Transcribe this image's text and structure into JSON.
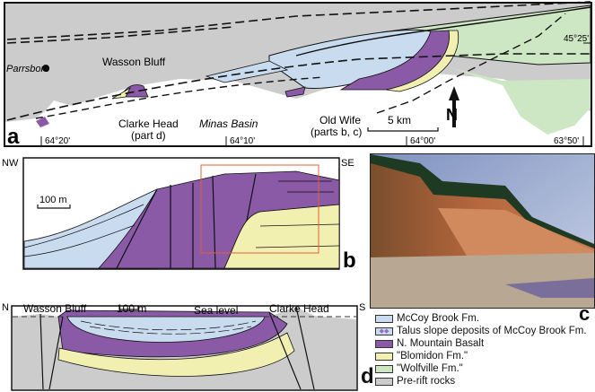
{
  "figure": {
    "panels": {
      "a": {
        "letter": "a",
        "labels": {
          "parrsboro": "Parrsboro",
          "wasson_bluff": "Wasson Bluff",
          "clarke_head": "Clarke Head",
          "clarke_head_part": "(part d)",
          "minas_basin": "Minas Basin",
          "old_wife": "Old Wife",
          "old_wife_parts": "(parts b, c)",
          "scale": "5 km",
          "north": "N",
          "lat": "45°25'"
        },
        "longitudes": [
          "64°20'",
          "64°10'",
          "64°00'",
          "63°50'"
        ]
      },
      "b": {
        "letter": "b",
        "nw": "NW",
        "se": "SE",
        "scale": "100 m"
      },
      "c": {
        "letter": "c"
      },
      "d": {
        "letter": "d",
        "n": "N",
        "s": "S",
        "wasson_bluff": "Wasson Bluff",
        "clarke_head": "Clarke Head",
        "scale": "100 m",
        "sea_level": "Sea level"
      }
    },
    "legend": [
      {
        "label": "McCoy Brook Fm.",
        "color": "#c9dbef"
      },
      {
        "label": "Talus slope deposits of McCoy Brook Fm.",
        "color": "#c9dbef",
        "pattern": "diamonds",
        "pattern_color": "#9a6fc2"
      },
      {
        "label": "N. Mountain Basalt",
        "color": "#8a5aa6"
      },
      {
        "label": "\"Blomidon Fm.\"",
        "color": "#f2f0b0"
      },
      {
        "label": "\"Wolfville Fm.\"",
        "color": "#cde6c3"
      },
      {
        "label": "Pre-rift rocks",
        "color": "#cccccc"
      }
    ],
    "colors": {
      "mccoy": "#c9dbef",
      "basalt": "#8a5aa6",
      "blomidon": "#f2f0b0",
      "wolfville": "#cde6c3",
      "prerift": "#cccccc",
      "frame": "#111111",
      "highlight_box": "#e0603a"
    }
  }
}
